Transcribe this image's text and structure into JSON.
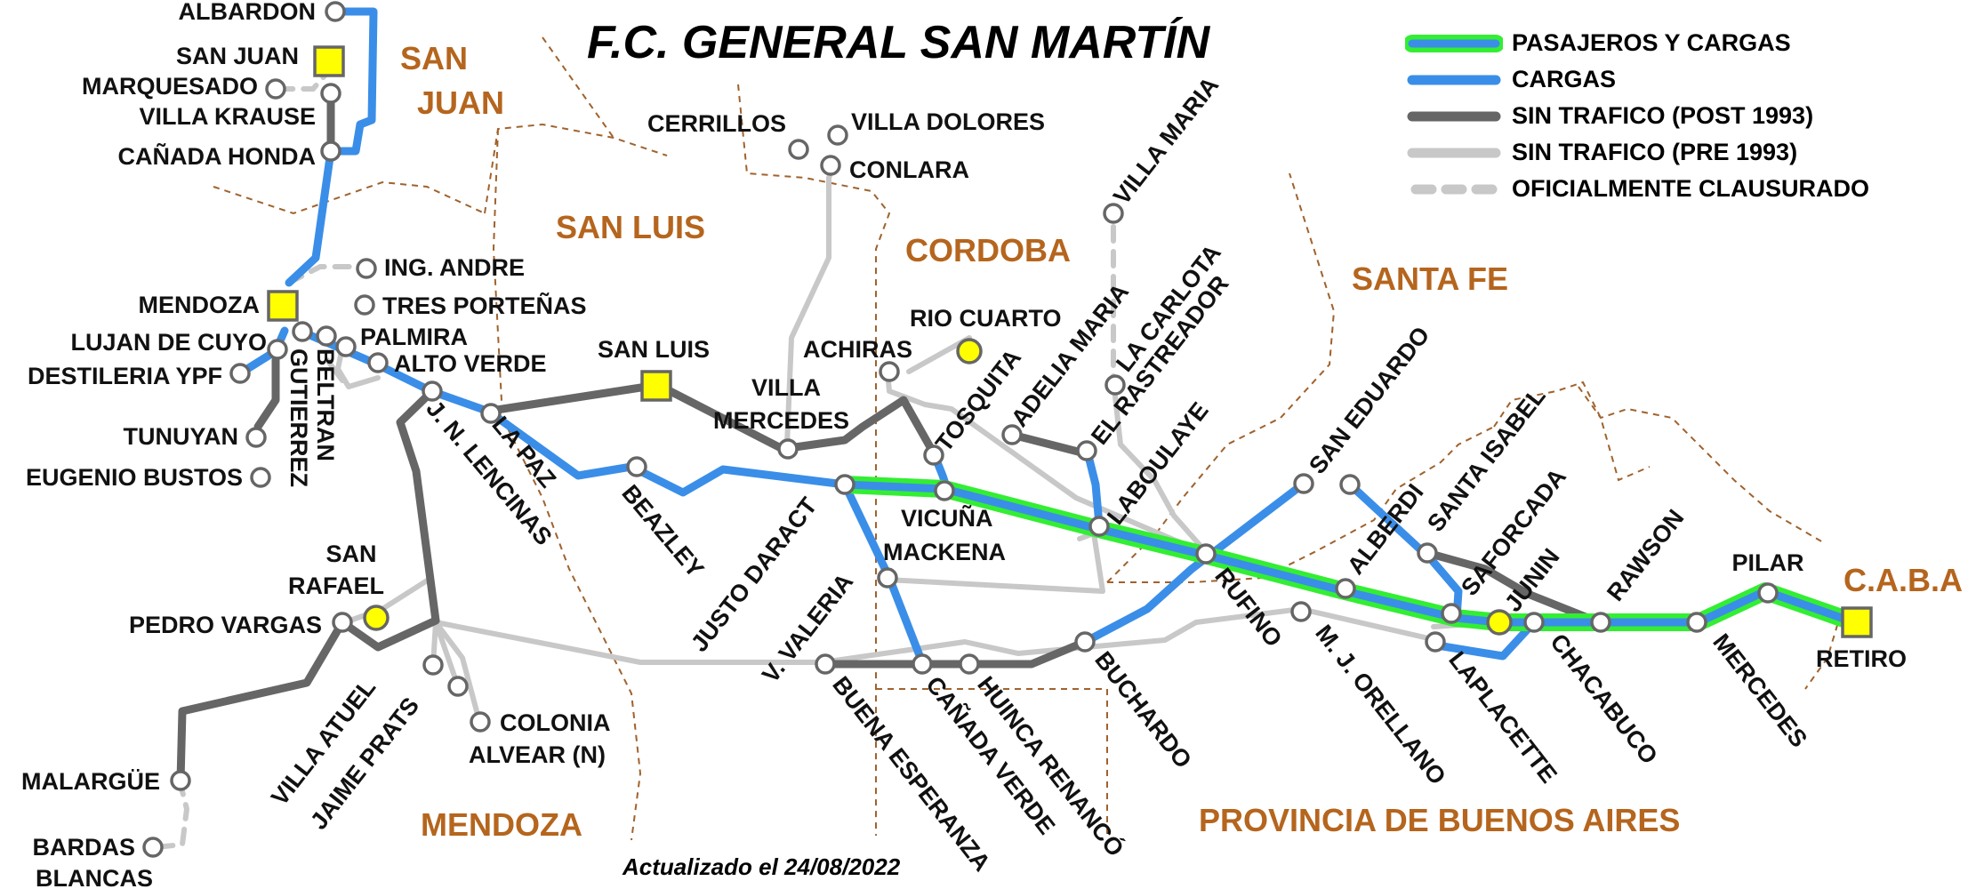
{
  "title": "F.C. GENERAL SAN MARTÍN",
  "updated": "Actualizado el 24/08/2022",
  "legend": [
    {
      "label": "PASAJEROS Y CARGAS",
      "style": "passenger"
    },
    {
      "label": "CARGAS",
      "style": "freight"
    },
    {
      "label": "SIN TRAFICO (POST 1993)",
      "style": "post"
    },
    {
      "label": "SIN TRAFICO (PRE 1993)",
      "style": "pre"
    },
    {
      "label": "OFICIALMENTE CLAUSURADO",
      "style": "closed"
    }
  ],
  "colors": {
    "passenger_fill": "#3a8ee8",
    "passenger_glow": "#33ee33",
    "freight": "#3a8ee8",
    "post": "#666666",
    "pre": "#c8c8c8",
    "closed": "#c8c8c8",
    "region": "#b5651d",
    "border": "#a0622d",
    "major_station": "#ffff00"
  },
  "regions": [
    "SAN JUAN",
    "SAN LUIS",
    "CORDOBA",
    "SANTA FE",
    "MENDOZA",
    "PROVINCIA DE BUENOS AIRES",
    "C.A.B.A"
  ],
  "stations": {
    "albardon": "ALBARDON",
    "san_juan": "SAN JUAN",
    "marquesado": "MARQUESADO",
    "villa_krause": "VILLA KRAUSE",
    "canada_honda": "CAÑADA HONDA",
    "mendoza": "MENDOZA",
    "ing_andre": "ING. ANDRE",
    "tres_portenas": "TRES PORTEÑAS",
    "lujan_de_cuyo": "LUJAN DE CUYO",
    "destileria_ypf": "DESTILERIA YPF",
    "palmira": "PALMIRA",
    "alto_verde": "ALTO VERDE",
    "gutierrez": "GUTIERREZ",
    "beltran": "BELTRAN",
    "tunuyan": "TUNUYAN",
    "eugenio_bustos": "EUGENIO BUSTOS",
    "jn_lencinas": "J. N. LENCINAS",
    "la_paz": "LA PAZ",
    "san_luis": "SAN LUIS",
    "beazley": "BEAZLEY",
    "cerrillos": "CERRILLOS",
    "villa_dolores": "VILLA DOLORES",
    "conlara": "CONLARA",
    "villa_mercedes": "VILLA MERCEDES",
    "justo_daract": "JUSTO DARACT",
    "achiras": "ACHIRAS",
    "rio_cuarto": "RIO CUARTO",
    "tosquita": "TOSQUITA",
    "vicuna_mackena": "VICUÑA MACKENA",
    "adelia_maria": "ADELIA MARIA",
    "la_carlota": "LA CARLOTA",
    "el_rastreador": "EL RASTREADOR",
    "villa_maria": "VILLA MARIA",
    "laboulaye": "LABOULAYE",
    "san_rafael": "SAN RAFAEL",
    "pedro_vargas": "PEDRO VARGAS",
    "villa_atuel": "VILLA ATUEL",
    "jaime_prats": "JAIME PRATS",
    "colonia_alvear": "COLONIA ALVEAR (N)",
    "malargue": "MALARGÜE",
    "bardas_blancas": "BARDAS BLANCAS",
    "v_valeria": "V. VALERIA",
    "buena_esperanza": "BUENA ESPERANZA",
    "canada_verde": "CAÑADA VERDE",
    "huinca_renanco": "HUINCA RENANCÓ",
    "buchardo": "BUCHARDO",
    "rufino": "RUFINO",
    "san_eduardo": "SAN EDUARDO",
    "alberdi": "ALBERDI",
    "santa_isabel": "SANTA ISABEL",
    "saforcada": "SAFORCADA",
    "junin": "JUNIN",
    "rawson": "RAWSON",
    "mj_orellano": "M. J. ORELLANO",
    "laplacette": "LAPLACETTE",
    "chacabuco": "CHACABUCO",
    "mercedes": "MERCEDES",
    "pilar": "PILAR",
    "retiro": "RETIRO"
  }
}
